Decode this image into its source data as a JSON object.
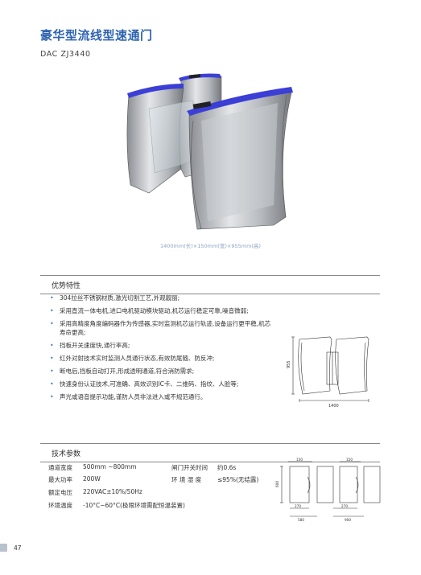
{
  "title": "豪华型流线型速通门",
  "model": "DAC  ZJ3440",
  "dimensions_caption": "1400mm(长)×150mm(宽)×955mm(高)",
  "features_heading": "优势特性",
  "features": [
    "304拉丝不锈钢材质,激光切割工艺,外观靓丽;",
    "采用直流一体电机,进口电机驱动模块驱动,机芯运行稳定可靠,噪音微弱;",
    "采用高精度角度编码器作为传感器,实时监测机芯运行轨迹,设备运行更平稳,机芯寿命更高;",
    "挡板开关速度快,通行率高;",
    "红外对射技术实时监测人员通行状态,有效防尾随、防反冲;",
    "断电后,挡板自动打开,形成透明通道,符合消防需求;",
    "快速身份认证技术,可准确、高效识别IC卡、二维码、指纹、人脸等;",
    "声光或语音提示功能,谨防人员非法进入或不规范通行。"
  ],
  "specs_heading": "技术参数",
  "specs": [
    {
      "k": "通道宽度",
      "v": "500mm ~800mm",
      "k2": "闸门开关时间",
      "v2": "约0.6s"
    },
    {
      "k": "最大功率",
      "v": "200W",
      "k2": "环  境  湿  度",
      "v2": "≤95%(无结露)"
    },
    {
      "k": "额定电压",
      "v": "220VAC±10%/50Hz",
      "k2": "",
      "v2": ""
    },
    {
      "k": "环境温度",
      "v": "-10°C~60°C(极限环境需配恒温装置)",
      "k2": "",
      "v2": ""
    }
  ],
  "diagram1": {
    "width_label": "1400",
    "height_label": "955"
  },
  "diagram2": {
    "top_left": "150",
    "top_right": "150",
    "mid_left": "270",
    "mid_right": "270",
    "bottom_left": "580",
    "bottom_right": "900",
    "side": "600"
  },
  "page_number": "47",
  "colors": {
    "title": "#2d63b0",
    "bullet": "#4a7cc0",
    "accent_blue": "#3b3fd6"
  }
}
